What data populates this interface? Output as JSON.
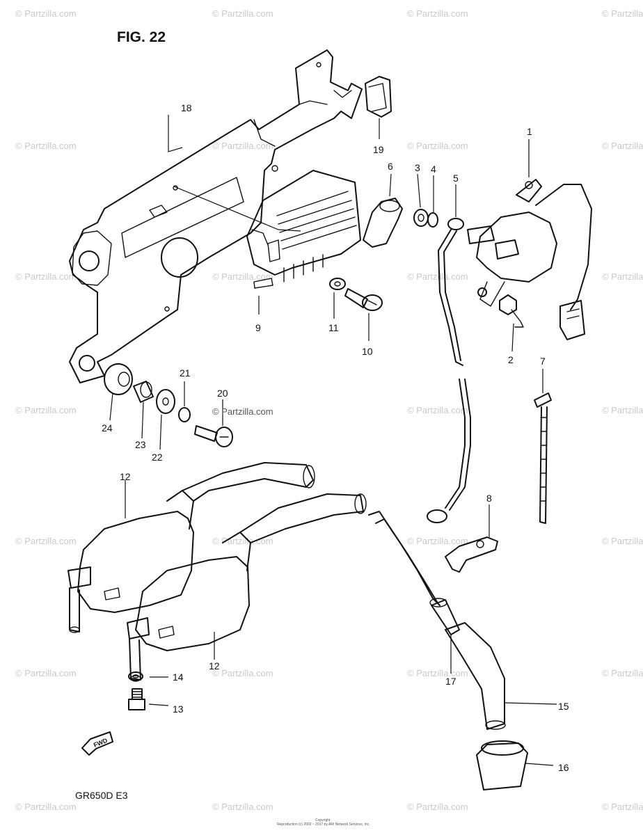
{
  "figure_title": "FIG. 22",
  "model_code": "GR650D  E3",
  "watermark_text": "© Partzilla.com",
  "center_watermark_text": "© Partzilla.com",
  "fwd_label": "FWD",
  "copyright_line_1": "Copyright",
  "copyright_line_2": "Reproduction (c) 2002 ~ 2017 by ARI Network Services, Inc.",
  "callouts": {
    "p1": "1",
    "p2": "2",
    "p3": "3",
    "p4": "4",
    "p5": "5",
    "p6": "6",
    "p7": "7",
    "p8": "8",
    "p9": "9",
    "p10": "10",
    "p11": "11",
    "p12a": "12",
    "p12b": "12",
    "p13": "13",
    "p14": "14",
    "p15": "15",
    "p16": "16",
    "p17": "17",
    "p18": "18",
    "p19": "19",
    "p20": "20",
    "p21": "21",
    "p22": "22",
    "p23": "23",
    "p24": "24"
  }
}
